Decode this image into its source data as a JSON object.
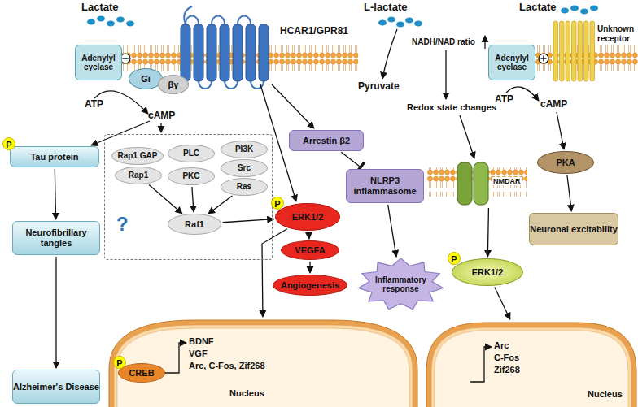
{
  "diagram": {
    "nodes": [
      {
        "text": [
          "Adenylyl cyclase"
        ]
      },
      {
        "text": [
          "Gi"
        ]
      },
      {
        "text": [
          "βγ"
        ]
      },
      {
        "text": [
          "Tau protein"
        ]
      },
      {
        "text": [
          "?"
        ]
      },
      {
        "text": [
          "Rap1 GAP"
        ],
        "in": 4
      },
      {
        "text": [
          "Rap1"
        ],
        "in": 4
      },
      {
        "text": [
          "PLC"
        ],
        "in": 4
      },
      {
        "text": [
          "PKC"
        ],
        "in": 4
      },
      {
        "text": [
          "PI3K"
        ],
        "in": 4
      },
      {
        "text": [
          "Src"
        ],
        "in": 4
      },
      {
        "text": [
          "Ras"
        ],
        "in": 4
      },
      {
        "text": [
          "Raf1"
        ],
        "in": 4
      },
      {
        "text": [
          "Arrestin β2"
        ]
      },
      {
        "text": [
          "ERK1/2"
        ]
      },
      {
        "text": [
          "NLRP3 inflammasome"
        ]
      },
      {
        "text": [
          "VEGFA"
        ]
      },
      {
        "text": [
          "Neurofibrillary tangles"
        ]
      },
      {
        "text": [
          "Angiogenesis"
        ]
      },
      {
        "text": [
          "Inflammatory response"
        ]
      },
      {
        "text": [
          "Alzheimer's Disease"
        ]
      },
      {
        "text": [
          "BDNF",
          "VGF",
          "Arc, C-Fos, Zif268",
          "Nucleus"
        ]
      },
      {
        "text": [
          "CREB"
        ],
        "in": 21
      },
      {
        "text": [
          "Adenylyl cyclase"
        ]
      },
      {
        "text": [
          "PKA"
        ]
      },
      {
        "text": [
          "NMDAR"
        ]
      },
      {
        "text": [
          "ERK1/2"
        ]
      },
      {
        "text": [
          "Neuronal excitability"
        ]
      },
      {
        "text": [
          "Arc",
          "C-Fos",
          "Zif268",
          "Nucleus"
        ]
      }
    ],
    "edges": [
      {
        "from": 3,
        "to": 17,
        "arrow": "to"
      },
      {
        "from": 17,
        "to": 20,
        "arrow": "to"
      },
      {
        "from": 6,
        "to": 12,
        "arrow": "to"
      },
      {
        "from": 8,
        "to": 12,
        "arrow": "to"
      },
      {
        "from": 11,
        "to": 12,
        "arrow": "to"
      },
      {
        "from": 12,
        "to": 14,
        "arrow": "to"
      },
      {
        "from": 14,
        "to": 21,
        "arrow": "to"
      },
      {
        "from": 14,
        "to": 16,
        "arrow": "to"
      },
      {
        "from": 16,
        "to": 18,
        "arrow": "to"
      },
      {
        "from": 13,
        "to": 15,
        "arrow": "to"
      },
      {
        "from": 15,
        "to": 19,
        "arrow": "to"
      },
      {
        "from": 25,
        "to": 26,
        "arrow": "to"
      },
      {
        "from": 26,
        "to": 28,
        "arrow": "to"
      },
      {
        "from": 24,
        "to": 27,
        "arrow": "to"
      }
    ],
    "labels": [
      "Lactate",
      "HCAR1/GPR81",
      "ATP",
      "cAMP",
      "L-lactate",
      "Pyruvate",
      "NADH/NAD ratio",
      "Redox state changes",
      "Lactate",
      "Unknown receptor",
      "ATP",
      "cAMP",
      "P",
      "P",
      "P",
      "P"
    ]
  }
}
